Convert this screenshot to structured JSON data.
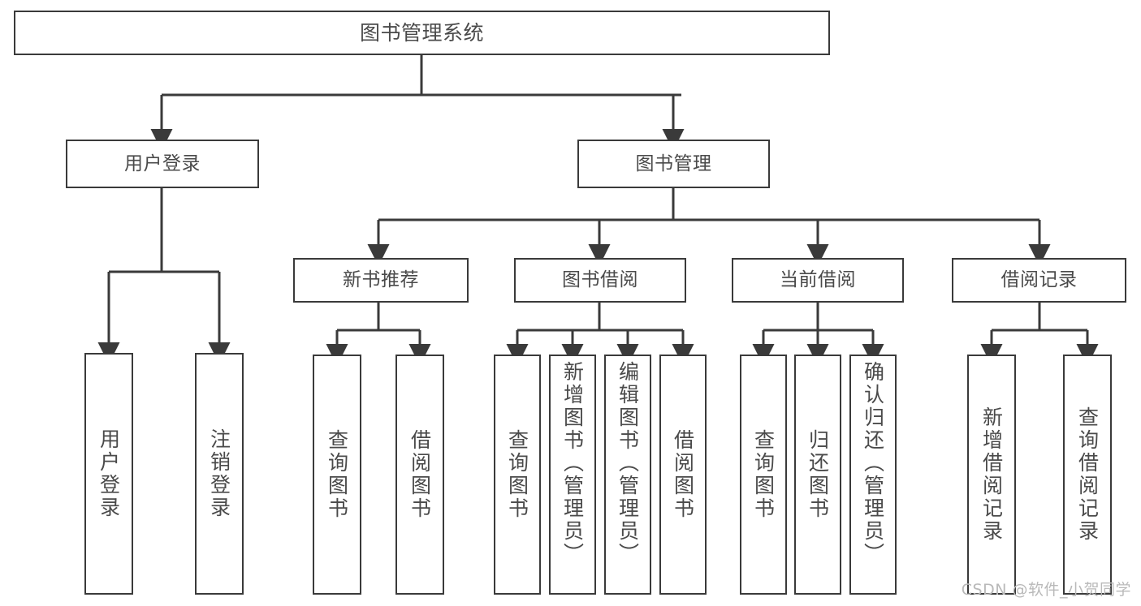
{
  "diagram": {
    "type": "hierarchy-tree",
    "title": "图书管理系统",
    "watermark": "CSDN @软件_小贺同学",
    "colors": {
      "box_border": "#3a3a3a",
      "box_fill": "#ffffff",
      "connector": "#3a3a3a",
      "text": "#4a4a4a",
      "watermark": "#b9b9b9",
      "background": "#ffffff"
    },
    "levels": [
      {
        "level": 0,
        "nodes": [
          {
            "id": "root",
            "label": "图书管理系统",
            "orientation": "horizontal"
          }
        ]
      },
      {
        "level": 1,
        "nodes": [
          {
            "id": "user-login",
            "label": "用户登录",
            "orientation": "horizontal",
            "parent": "root"
          },
          {
            "id": "book-mgmt",
            "label": "图书管理",
            "orientation": "horizontal",
            "parent": "root"
          }
        ]
      },
      {
        "level": 2,
        "nodes": [
          {
            "id": "new-book-rec",
            "label": "新书推荐",
            "orientation": "horizontal",
            "parent": "book-mgmt"
          },
          {
            "id": "book-borrow",
            "label": "图书借阅",
            "orientation": "horizontal",
            "parent": "book-mgmt"
          },
          {
            "id": "current-borrow",
            "label": "当前借阅",
            "orientation": "horizontal",
            "parent": "book-mgmt"
          },
          {
            "id": "borrow-record",
            "label": "借阅记录",
            "orientation": "horizontal",
            "parent": "book-mgmt"
          }
        ]
      },
      {
        "level": 3,
        "nodes": [
          {
            "id": "leaf-user-login",
            "label": "用户登录",
            "orientation": "vertical",
            "parent": "user-login"
          },
          {
            "id": "leaf-user-logout",
            "label": "注销登录",
            "orientation": "vertical",
            "parent": "user-login"
          },
          {
            "id": "leaf-rec-query",
            "label": "查询图书",
            "orientation": "vertical",
            "parent": "new-book-rec"
          },
          {
            "id": "leaf-rec-borrow",
            "label": "借阅图书",
            "orientation": "vertical",
            "parent": "new-book-rec"
          },
          {
            "id": "leaf-borrow-query",
            "label": "查询图书",
            "orientation": "vertical",
            "parent": "book-borrow"
          },
          {
            "id": "leaf-borrow-add",
            "label": "新增图书（管理员）",
            "orientation": "vertical",
            "parent": "book-borrow"
          },
          {
            "id": "leaf-borrow-edit",
            "label": "编辑图书（管理员）",
            "orientation": "vertical",
            "parent": "book-borrow"
          },
          {
            "id": "leaf-borrow-lend",
            "label": "借阅图书",
            "orientation": "vertical",
            "parent": "book-borrow"
          },
          {
            "id": "leaf-current-query",
            "label": "查询图书",
            "orientation": "vertical",
            "parent": "current-borrow"
          },
          {
            "id": "leaf-current-return",
            "label": "归还图书",
            "orientation": "vertical",
            "parent": "current-borrow"
          },
          {
            "id": "leaf-current-confirm",
            "label": "确认归还（管理员）",
            "orientation": "vertical",
            "parent": "current-borrow"
          },
          {
            "id": "leaf-record-add",
            "label": "新增借阅记录",
            "orientation": "vertical",
            "parent": "borrow-record"
          },
          {
            "id": "leaf-record-query",
            "label": "查询借阅记录",
            "orientation": "vertical",
            "parent": "borrow-record"
          }
        ]
      }
    ]
  }
}
